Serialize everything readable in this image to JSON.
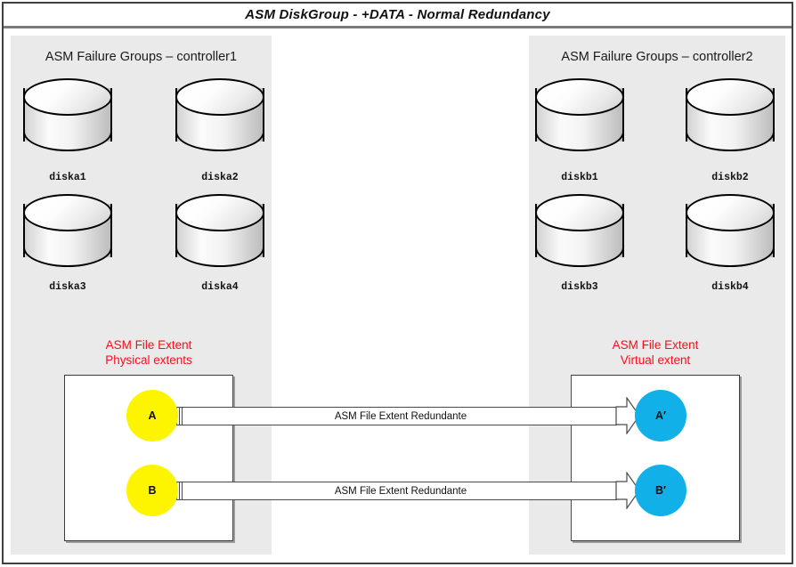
{
  "title": "ASM DiskGroup - +DATA -  Normal Redundancy",
  "failure_groups": [
    {
      "id": "controller1",
      "title": "ASM Failure Groups – controller1",
      "disks": [
        "diska1",
        "diska2",
        "diska3",
        "diska4"
      ],
      "extent_caption_line1": "ASM File Extent",
      "extent_caption_line2": "Physical extents",
      "extents": [
        "A",
        "B"
      ],
      "extent_color": "#fdf500"
    },
    {
      "id": "controller2",
      "title": "ASM Failure Groups – controller2",
      "disks": [
        "diskb1",
        "diskb2",
        "diskb3",
        "diskb4"
      ],
      "extent_caption_line1": "ASM File Extent",
      "extent_caption_line2": "Virtual extent",
      "extents": [
        "A′",
        "B′"
      ],
      "extent_color": "#11b0e8"
    }
  ],
  "arrows": [
    {
      "label": "ASM File Extent Redundante"
    },
    {
      "label": "ASM File Extent Redundante"
    }
  ],
  "colors": {
    "panel_background": "#eaeaea",
    "caption_red": "#fb0d1b",
    "physical_extent": "#fdf500",
    "virtual_extent": "#11b0e8",
    "frame": "#404040"
  }
}
